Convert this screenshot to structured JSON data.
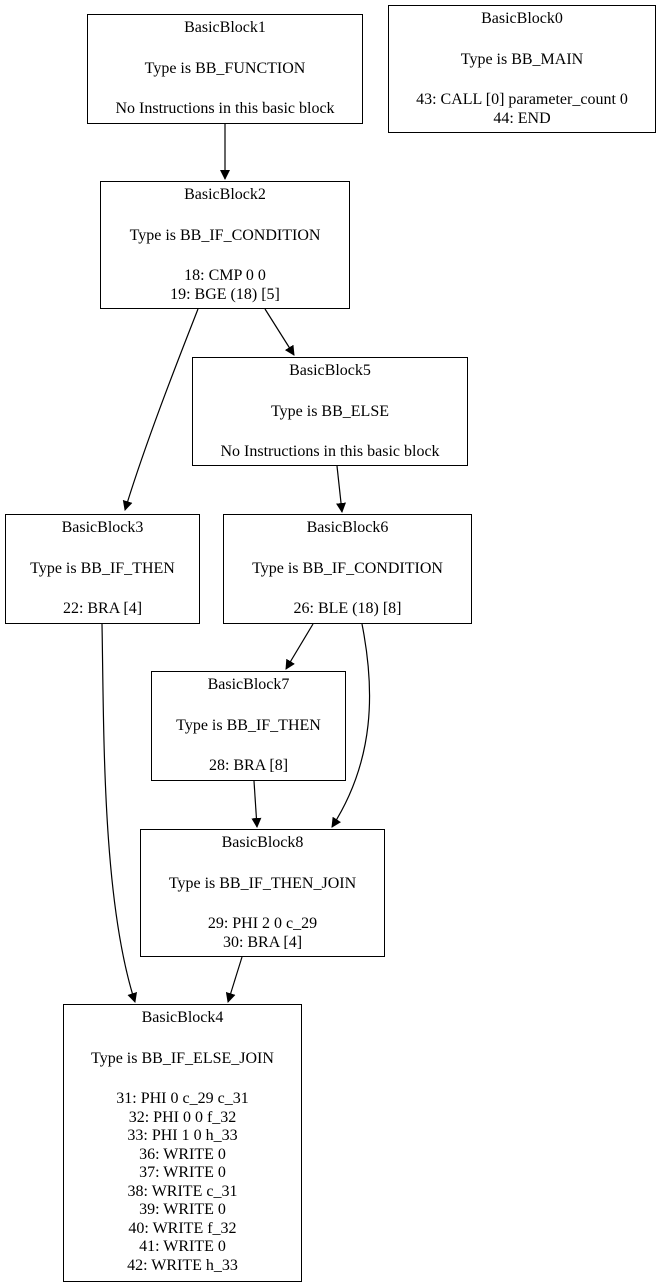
{
  "blocks": [
    {
      "id": "bb1",
      "name": "BasicBlock1",
      "type_text": "Type is BB_FUNCTION",
      "instructions": [
        "No Instructions in this basic block"
      ]
    },
    {
      "id": "bb0",
      "name": "BasicBlock0",
      "type_text": "Type is BB_MAIN",
      "instructions": [
        "43: CALL [0] parameter_count 0",
        "44: END"
      ]
    },
    {
      "id": "bb2",
      "name": "BasicBlock2",
      "type_text": "Type is BB_IF_CONDITION",
      "instructions": [
        "18: CMP 0 0",
        "19: BGE (18) [5]"
      ]
    },
    {
      "id": "bb5",
      "name": "BasicBlock5",
      "type_text": "Type is BB_ELSE",
      "instructions": [
        "No Instructions in this basic block"
      ]
    },
    {
      "id": "bb3",
      "name": "BasicBlock3",
      "type_text": "Type is BB_IF_THEN",
      "instructions": [
        "22: BRA [4]"
      ]
    },
    {
      "id": "bb6",
      "name": "BasicBlock6",
      "type_text": "Type is BB_IF_CONDITION",
      "instructions": [
        "26: BLE (18) [8]"
      ]
    },
    {
      "id": "bb7",
      "name": "BasicBlock7",
      "type_text": "Type is BB_IF_THEN",
      "instructions": [
        "28: BRA [8]"
      ]
    },
    {
      "id": "bb8",
      "name": "BasicBlock8",
      "type_text": "Type is BB_IF_THEN_JOIN",
      "instructions": [
        "29: PHI 2 0 c_29",
        "30: BRA [4]"
      ]
    },
    {
      "id": "bb4",
      "name": "BasicBlock4",
      "type_text": "Type is BB_IF_ELSE_JOIN",
      "instructions": [
        "31: PHI 0 c_29 c_31",
        "32: PHI 0 0 f_32",
        "33: PHI 1 0 h_33",
        "36: WRITE 0",
        "37: WRITE 0",
        "38: WRITE c_31",
        "39: WRITE 0",
        "40: WRITE f_32",
        "41: WRITE 0",
        "42: WRITE h_33"
      ]
    }
  ],
  "edges": [
    {
      "from": "bb1",
      "to": "bb2"
    },
    {
      "from": "bb2",
      "to": "bb3"
    },
    {
      "from": "bb2",
      "to": "bb5"
    },
    {
      "from": "bb5",
      "to": "bb6"
    },
    {
      "from": "bb3",
      "to": "bb4"
    },
    {
      "from": "bb6",
      "to": "bb7"
    },
    {
      "from": "bb6",
      "to": "bb8"
    },
    {
      "from": "bb7",
      "to": "bb8"
    },
    {
      "from": "bb8",
      "to": "bb4"
    }
  ]
}
